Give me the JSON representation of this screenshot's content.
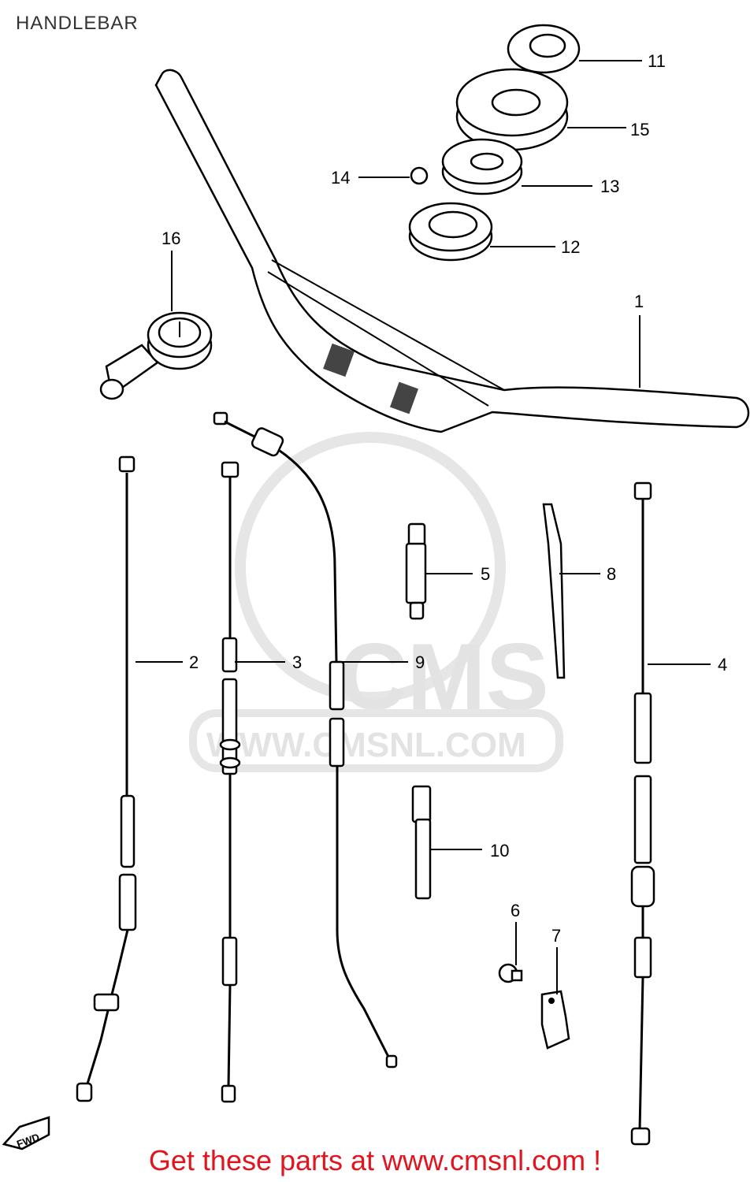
{
  "title": "HANDLEBAR",
  "footer": "Get these parts at www.cmsnl.com !",
  "watermark": {
    "logo": "CMS",
    "url": "WWW.CMSNL.COM"
  },
  "fwd_label": "FWD",
  "part_labels": {
    "p1": "1",
    "p2": "2",
    "p3": "3",
    "p4": "4",
    "p5": "5",
    "p6": "6",
    "p7": "7",
    "p8": "8",
    "p9": "9",
    "p10": "10",
    "p11": "11",
    "p12": "12",
    "p13": "13",
    "p14": "14",
    "p15": "15",
    "p16": "16"
  },
  "colors": {
    "footer_text": "#e0151f",
    "line_art": "#000000",
    "watermark": "#e3e3e3"
  }
}
